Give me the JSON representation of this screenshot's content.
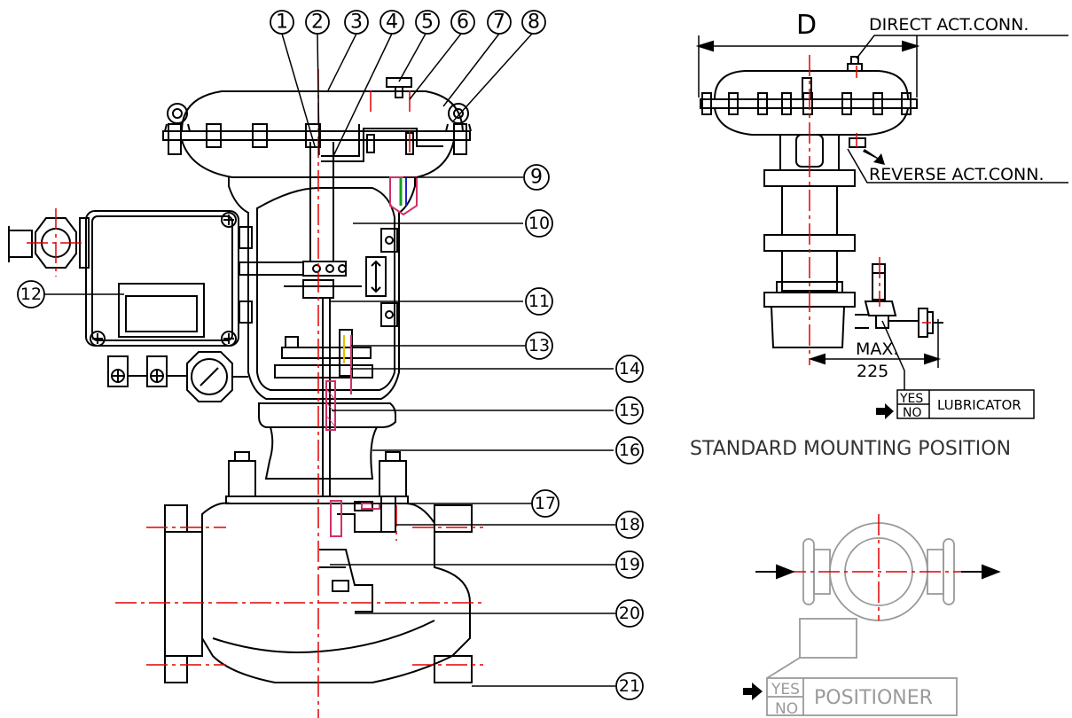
{
  "callouts": [
    "1",
    "2",
    "3",
    "4",
    "5",
    "6",
    "7",
    "8",
    "9",
    "10",
    "11",
    "12",
    "13",
    "14",
    "15",
    "16",
    "17",
    "18",
    "19",
    "20",
    "21"
  ],
  "labels": {
    "dimension_d": "D",
    "direct_conn": "DIRECT ACT.CONN.",
    "reverse_conn": "REVERSE ACT.CONN.",
    "max_label": "MAX.",
    "max_value": "225",
    "standard_mounting": "STANDARD MOUNTING POSITION",
    "lubricator_yes": "YES",
    "lubricator_no": "NO",
    "lubricator": "LUBRICATOR",
    "positioner_yes": "YES",
    "positioner_no": "NO",
    "positioner": "POSITIONER"
  },
  "colors": {
    "line": "#000000",
    "centerline": "#e00000",
    "hatch_pink": "#d0306a",
    "seal_blue": "#2020d0",
    "seal_green": "#10a020",
    "gray_view": "#9a9a9a",
    "yellow": "#e0c000"
  },
  "icons": [
    "arrow-icon",
    "gauge-icon",
    "terminal-icon"
  ]
}
